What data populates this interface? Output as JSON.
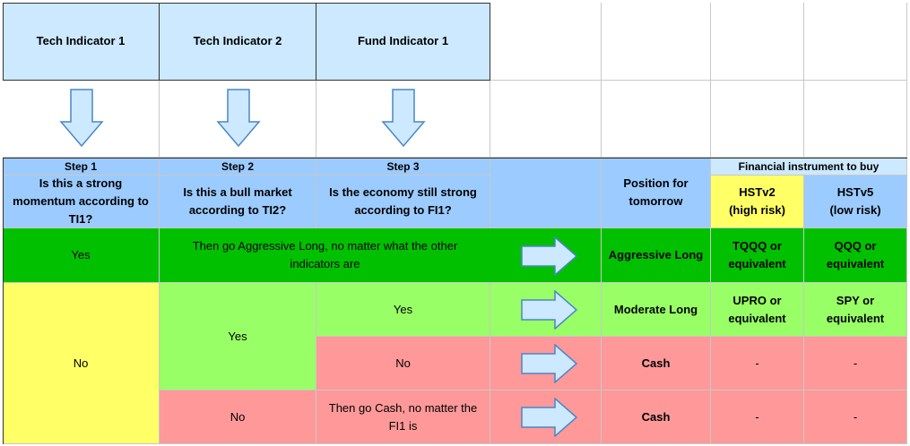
{
  "indicators": [
    "Tech Indicator 1",
    "Tech Indicator 2",
    "Fund Indicator 1"
  ],
  "steps": [
    {
      "label": "Step 1",
      "question": "Is this a strong momentum according to TI1?"
    },
    {
      "label": "Step 2",
      "question": "Is this a bull market according to TI2?"
    },
    {
      "label": "Step 3",
      "question": "Is the economy still strong according to FI1?"
    }
  ],
  "position_header": "Position for tomorrow",
  "instrument_header": "Financial instrument to buy",
  "hstv2": {
    "name": "HSTv2",
    "risk": "(high risk)"
  },
  "hstv5": {
    "name": "HSTv5",
    "risk": "(low risk)"
  },
  "rows": {
    "aggressive": {
      "answer": "Yes",
      "note": "Then go Aggressive Long, no matter what the other indicators are",
      "position": "Aggressive Long",
      "v2": "TQQQ or equivalent",
      "v5": "QQQ or equivalent"
    },
    "moderate": {
      "answer": "Yes",
      "position": "Moderate Long",
      "v2": "UPRO or equivalent",
      "v5": "SPY or equivalent"
    },
    "cash1": {
      "answer": "No",
      "position": "Cash",
      "v2": "-",
      "v5": "-"
    },
    "cash2": {
      "answer": "No",
      "note": "Then go Cash, no matter the FI1 is",
      "position": "Cash",
      "v2": "-",
      "v5": "-"
    }
  },
  "step1_no": "No",
  "step2_yes": "Yes"
}
